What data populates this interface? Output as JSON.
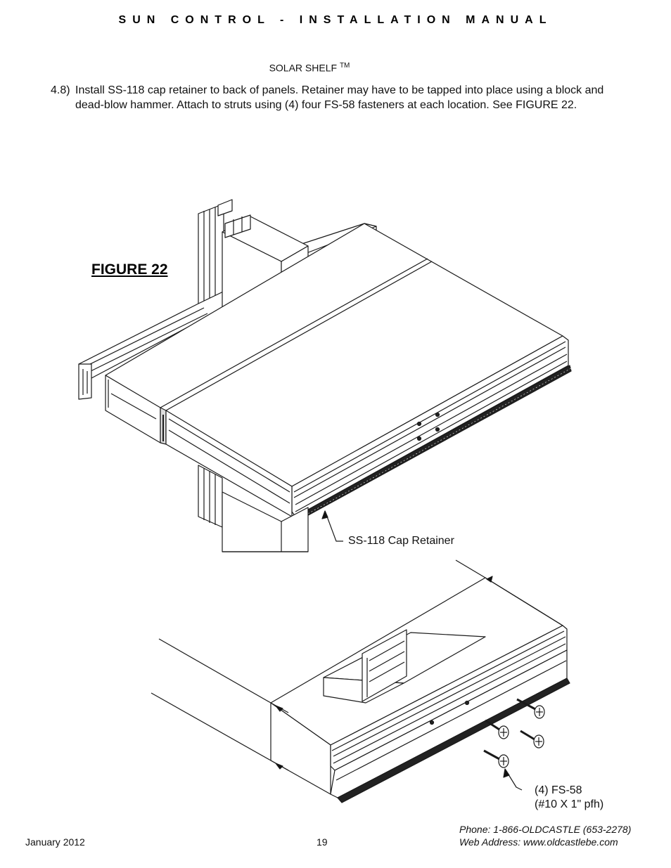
{
  "header": {
    "title": "SUN CONTROL - INSTALLATION MANUAL"
  },
  "section": {
    "product": "SOLAR SHELF",
    "trademark": "TM"
  },
  "step": {
    "number": "4.8)",
    "text": "Install SS-118 cap retainer to back of panels. Retainer may have to be tapped into place using a block and dead-blow hammer. Attach to struts using (4) four FS-58 fasteners at each location. See FIGURE 22."
  },
  "figure": {
    "title": "FIGURE 22",
    "callouts": {
      "cap_retainer": "SS-118 Cap Retainer",
      "fasteners_line1": "(4) FS-58",
      "fasteners_line2": "(#10 X 1\" pfh)"
    }
  },
  "footer": {
    "date": "January 2012",
    "page": "19",
    "phone": "Phone: 1-866-OLDCASTLE (653-2278)",
    "web": "Web Address: www.oldcastlebe.com"
  }
}
